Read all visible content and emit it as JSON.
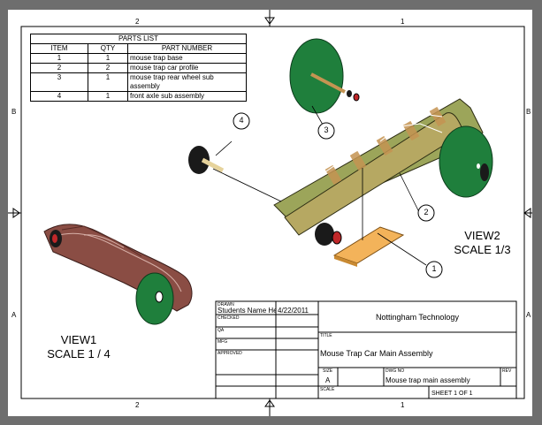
{
  "zones": {
    "top": [
      "2",
      "1"
    ],
    "bottom": [
      "2",
      "1"
    ],
    "left": [
      "B",
      "A"
    ],
    "right": [
      "B",
      "A"
    ]
  },
  "parts_list": {
    "title": "PARTS LIST",
    "headers": [
      "ITEM",
      "QTY",
      "PART NUMBER"
    ],
    "rows": [
      {
        "item": "1",
        "qty": "1",
        "part": "mouse trap base"
      },
      {
        "item": "2",
        "qty": "2",
        "part": "mouse trap car profile"
      },
      {
        "item": "3",
        "qty": "1",
        "part": "mouse trap rear wheel sub assembly"
      },
      {
        "item": "4",
        "qty": "1",
        "part": "front axle sub assembly"
      }
    ]
  },
  "balloons": [
    "1",
    "2",
    "3",
    "4"
  ],
  "views": {
    "view1": {
      "name": "VIEW1",
      "scale": "SCALE 1 / 4"
    },
    "view2": {
      "name": "VIEW2",
      "scale": "SCALE 1/3"
    }
  },
  "title_block": {
    "drawn_label": "DRAWN",
    "drawn_by": "Students Name Here",
    "date": "4/22/2011",
    "checked_label": "CHECKED",
    "qa_label": "QA",
    "mfg_label": "MFG",
    "approved_label": "APPROVED",
    "company": "Nottingham Technology",
    "title_label": "TITLE",
    "title": "Mouse Trap Car Main Assembly",
    "size_label": "SIZE",
    "size": "A",
    "dwg_no_label": "DWG NO",
    "dwg_no": "Mouse trap main assembly",
    "rev_label": "REV",
    "scale_label": "SCALE",
    "sheet": "SHEET 1  OF 1"
  },
  "colors": {
    "wheel_green": "#1f7f3c",
    "body_olive": "#9ca55a",
    "body_tan": "#c59452",
    "body_maroon": "#8a4d44",
    "base_orange": "#f3b35a",
    "hub_red": "#c0282a",
    "tire_black": "#1a1a1a"
  }
}
